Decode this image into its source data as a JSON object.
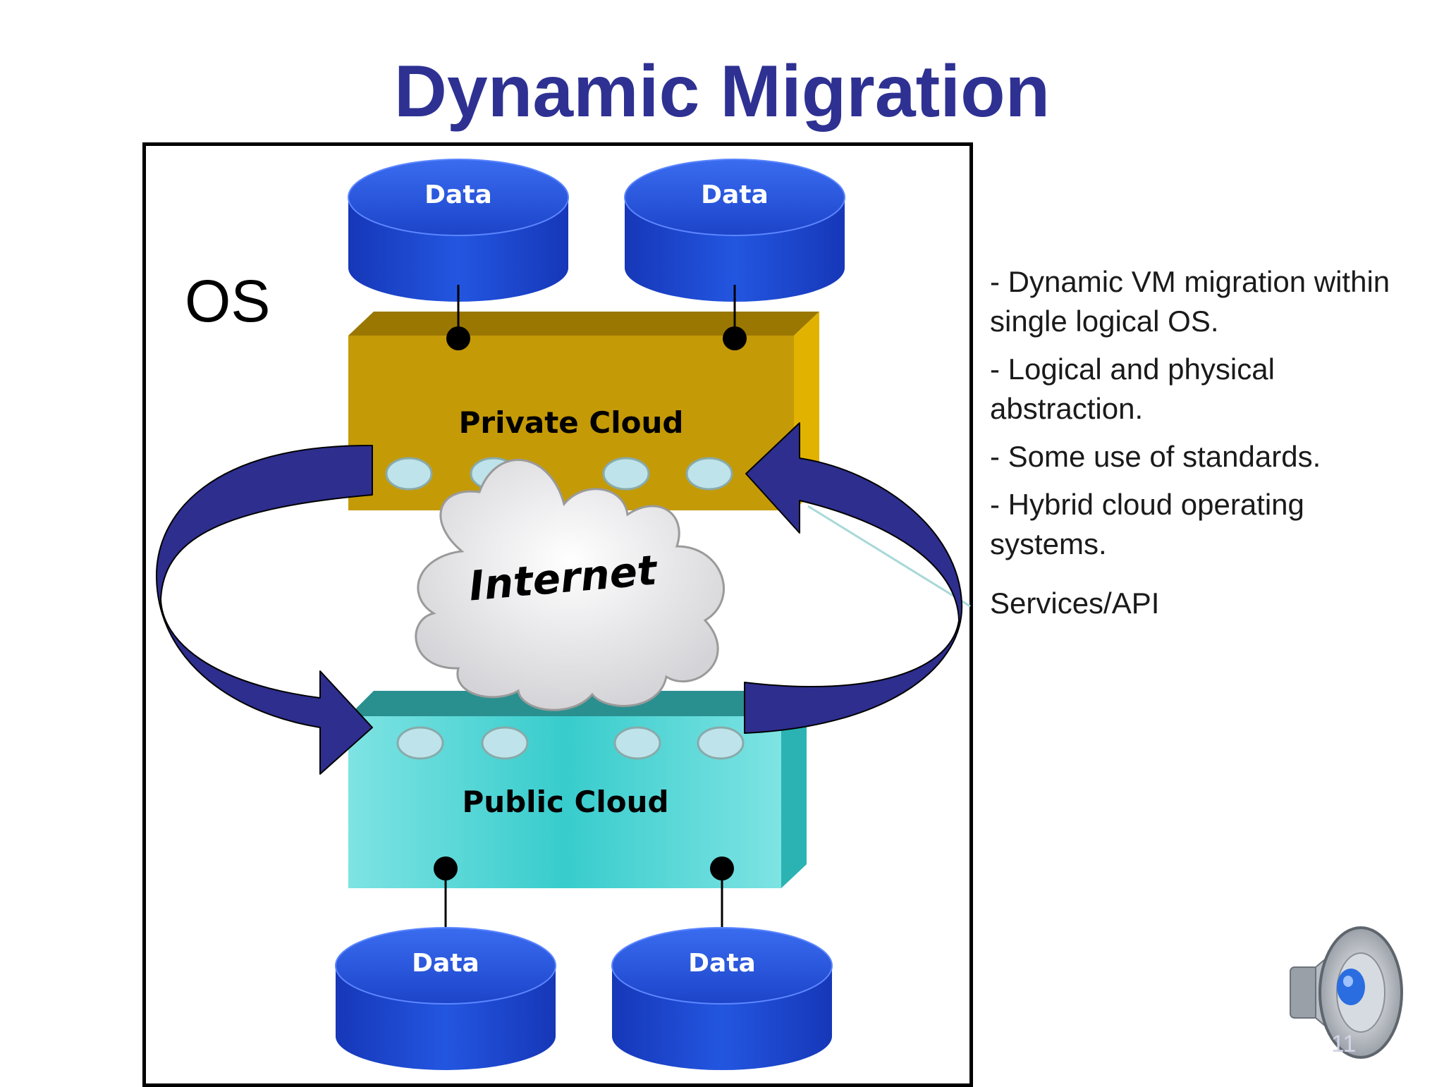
{
  "slide": {
    "title": "Dynamic Migration",
    "page_number": "11"
  },
  "diagram": {
    "os_label": "OS",
    "private_cloud_label": "Private Cloud",
    "public_cloud_label": "Public Cloud",
    "internet_label": "Internet",
    "data_top": [
      "Data",
      "Data"
    ],
    "data_bottom": [
      "Data",
      "Data"
    ],
    "colors": {
      "data_cylinder": "#1d4fd8",
      "private_cloud": "#c49a06",
      "public_cloud": "#3ecfcf",
      "arrow": "#2e2e8f",
      "port": "#bfe3ea"
    }
  },
  "bullets": [
    " - Dynamic VM migration within single logical OS.",
    "-  Logical and physical abstraction.",
    " - Some use of standards.",
    " - Hybrid cloud operating systems."
  ],
  "callout": "Services/API",
  "icons": [
    "speaker-icon"
  ]
}
